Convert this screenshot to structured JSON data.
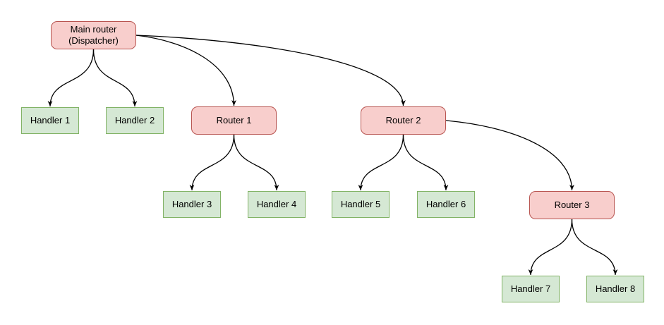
{
  "diagram": {
    "background": "#ffffff",
    "colors": {
      "router_fill": "#f8cecc",
      "router_border": "#b85450",
      "handler_fill": "#d5e8d4",
      "handler_border": "#82b366",
      "edge": "#000000",
      "text": "#000000"
    },
    "nodes": {
      "main_router": {
        "label": "Main router (Dispatcher)",
        "kind": "router"
      },
      "handler1": {
        "label": "Handler 1",
        "kind": "handler"
      },
      "handler2": {
        "label": "Handler 2",
        "kind": "handler"
      },
      "router1": {
        "label": "Router 1",
        "kind": "router"
      },
      "router2": {
        "label": "Router 2",
        "kind": "router"
      },
      "handler3": {
        "label": "Handler 3",
        "kind": "handler"
      },
      "handler4": {
        "label": "Handler 4",
        "kind": "handler"
      },
      "handler5": {
        "label": "Handler 5",
        "kind": "handler"
      },
      "handler6": {
        "label": "Handler 6",
        "kind": "handler"
      },
      "router3": {
        "label": "Router 3",
        "kind": "router"
      },
      "handler7": {
        "label": "Handler 7",
        "kind": "handler"
      },
      "handler8": {
        "label": "Handler 8",
        "kind": "handler"
      }
    },
    "edges": [
      {
        "from": "main_router",
        "to": "handler1"
      },
      {
        "from": "main_router",
        "to": "handler2"
      },
      {
        "from": "main_router",
        "to": "router1"
      },
      {
        "from": "main_router",
        "to": "router2"
      },
      {
        "from": "router1",
        "to": "handler3"
      },
      {
        "from": "router1",
        "to": "handler4"
      },
      {
        "from": "router2",
        "to": "handler5"
      },
      {
        "from": "router2",
        "to": "handler6"
      },
      {
        "from": "router2",
        "to": "router3"
      },
      {
        "from": "router3",
        "to": "handler7"
      },
      {
        "from": "router3",
        "to": "handler8"
      }
    ]
  }
}
